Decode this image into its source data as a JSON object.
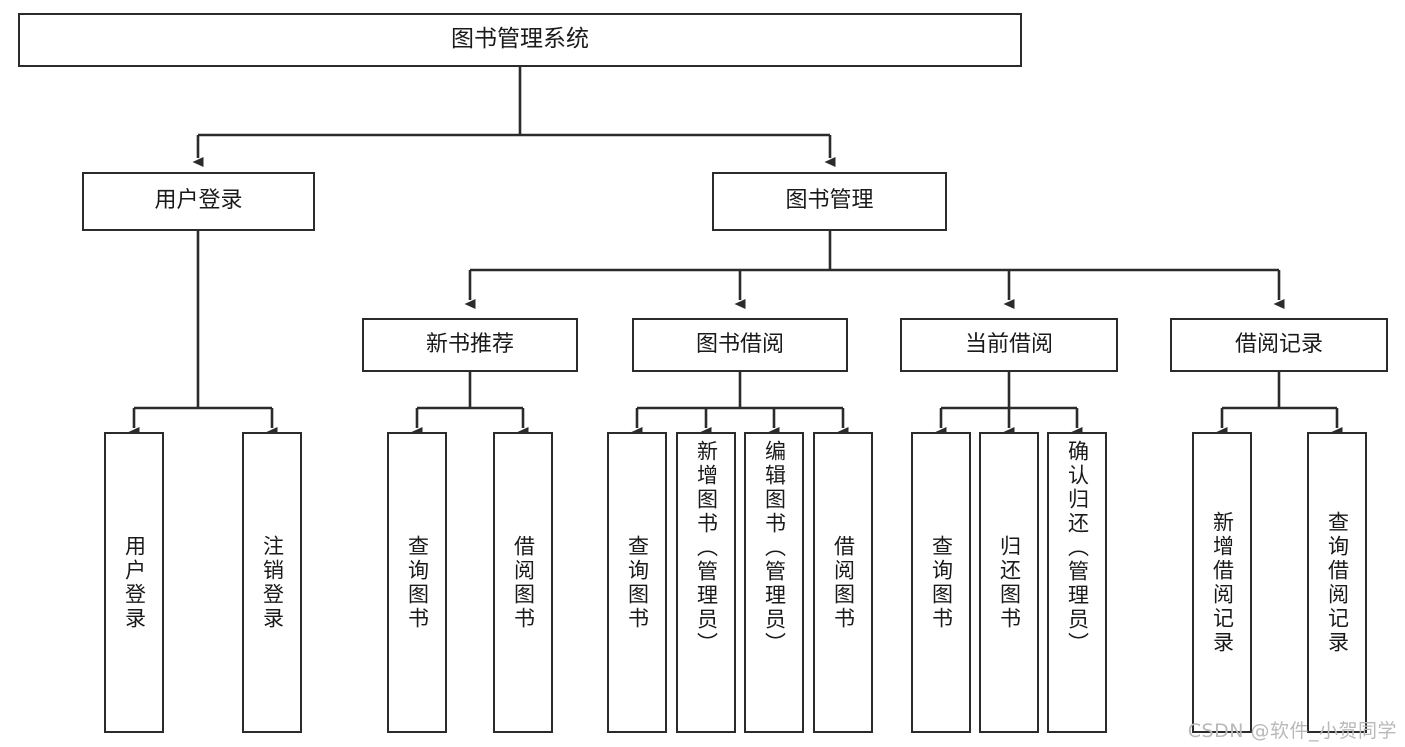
{
  "diagram": {
    "type": "tree-hierarchy-chart",
    "title": "图书管理系统",
    "root": {
      "label": "图书管理系统"
    },
    "level2": [
      {
        "label": "用户登录"
      },
      {
        "label": "图书管理"
      }
    ],
    "level3": [
      {
        "label": "新书推荐"
      },
      {
        "label": "图书借阅"
      },
      {
        "label": "当前借阅"
      },
      {
        "label": "借阅记录"
      }
    ],
    "leaves": {
      "user_login": [
        {
          "label": "用户登录"
        },
        {
          "label": "注销登录"
        }
      ],
      "new_book_recommend": [
        {
          "label": "查询图书"
        },
        {
          "label": "借阅图书"
        }
      ],
      "book_borrow": [
        {
          "label": "查询图书"
        },
        {
          "label": "新增图书（管理员）"
        },
        {
          "label": "编辑图书（管理员）"
        },
        {
          "label": "借阅图书"
        }
      ],
      "current_borrow": [
        {
          "label": "查询图书"
        },
        {
          "label": "归还图书"
        },
        {
          "label": "确认归还（管理员）"
        }
      ],
      "borrow_record": [
        {
          "label": "新增借阅记录"
        },
        {
          "label": "查询借阅记录"
        }
      ]
    }
  },
  "watermark": {
    "text": "CSDN @软件_小贺同学"
  },
  "colors": {
    "border": "#2b2b2b",
    "text": "#1a1a1a",
    "background": "#ffffff",
    "watermark": "#b9b9b9"
  }
}
